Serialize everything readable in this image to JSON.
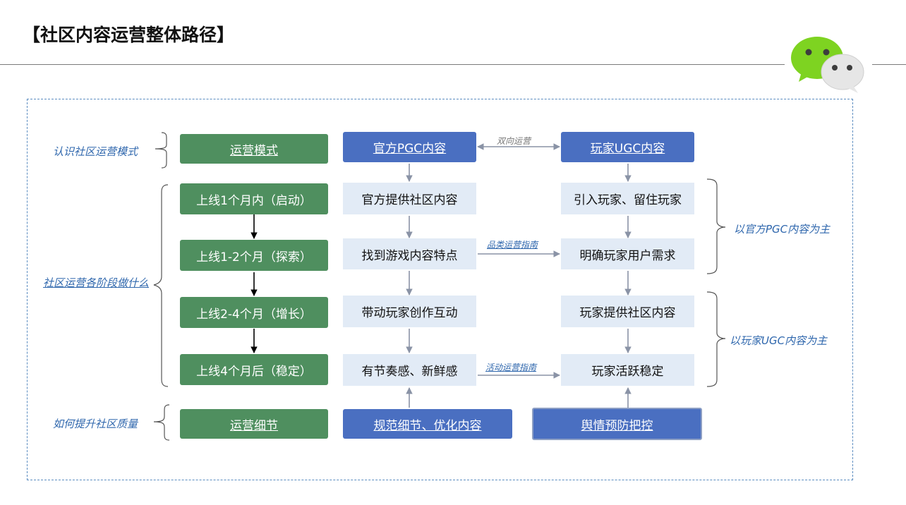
{
  "page_title": "【社区内容运营整体路径】",
  "left_labels": {
    "mode": "认识社区运营模式",
    "stages": "社区运营各阶段做什么",
    "quality": "如何提升社区质量"
  },
  "stage_col": {
    "mode": "运营模式",
    "stages": [
      "上线1个月内（启动）",
      "上线1-2个月（探索）",
      "上线2-4个月（增长）",
      "上线4个月后（稳定）"
    ],
    "detail": "运营细节"
  },
  "pgc_col": {
    "header": "官方PGC内容",
    "items": [
      "官方提供社区内容",
      "找到游戏内容特点",
      "带动玩家创作互动",
      "有节奏感、新鲜感"
    ],
    "footer": "规范细节、优化内容"
  },
  "ugc_col": {
    "header": "玩家UGC内容",
    "items": [
      "引入玩家、留住玩家",
      "明确玩家用户需求",
      "玩家提供社区内容",
      "玩家活跃稳定"
    ],
    "footer": "舆情预防把控"
  },
  "edge_labels": {
    "two_way": "双向运营",
    "category_guide": "品类运营指南",
    "activity_guide": "活动运营指南"
  },
  "right_labels": {
    "pgc_main": "以官方PGC内容为主",
    "ugc_main": "以玩家UGC内容为主"
  },
  "logo": {
    "name": "wechat-logo-icon",
    "colors": {
      "front": "#7ed321",
      "back": "#e6e6e6"
    }
  },
  "colors": {
    "green": "#4f8f5f",
    "blue": "#4a6fc1",
    "light": "#e2ebf6",
    "accent_text": "#2f67ad",
    "arrow": "#8a93a6"
  }
}
